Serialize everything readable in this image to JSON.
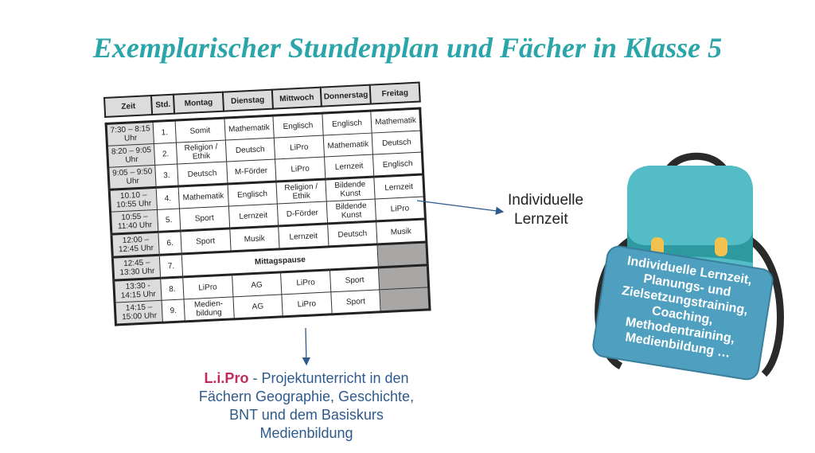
{
  "title": "Exemplarischer Stundenplan und Fächer in Klasse 5",
  "timetable": {
    "headers": [
      "Zeit",
      "Std.",
      "Montag",
      "Dienstag",
      "Mittwoch",
      "Donnerstag",
      "Freitag"
    ],
    "rows": [
      {
        "zeit": "7:30 – 8:15 Uhr",
        "std": "1.",
        "cells": [
          "Somit",
          "Mathematik",
          "Englisch",
          "Englisch",
          "Mathematik"
        ]
      },
      {
        "zeit": "8:20 – 9:05 Uhr",
        "std": "2.",
        "cells": [
          "Religion / Ethik",
          "Deutsch",
          "LiPro",
          "Mathematik",
          "Deutsch"
        ]
      },
      {
        "zeit": "9:05 – 9:50 Uhr",
        "std": "3.",
        "cells": [
          "Deutsch",
          "M-Förder",
          "LiPro",
          "Lernzeit",
          "Englisch"
        ]
      },
      {
        "zeit": "10.10 – 10:55 Uhr",
        "std": "4.",
        "cells": [
          "Mathematik",
          "Englisch",
          "Religion / Ethik",
          "Bildende Kunst",
          "Lernzeit"
        ]
      },
      {
        "zeit": "10:55 – 11:40 Uhr",
        "std": "5.",
        "cells": [
          "Sport",
          "Lernzeit",
          "D-Förder",
          "Bildende Kunst",
          "LiPro"
        ]
      },
      {
        "zeit": "12:00 – 12:45 Uhr",
        "std": "6.",
        "cells": [
          "Sport",
          "Musik",
          "Lernzeit",
          "Deutsch",
          "Musik"
        ]
      },
      {
        "zeit": "12:45 – 13:30 Uhr",
        "std": "7.",
        "cells": [
          "Mittagspause"
        ]
      },
      {
        "zeit": "13:30 - 14:15 Uhr",
        "std": "8.",
        "cells": [
          "LiPro",
          "AG",
          "LiPro",
          "Sport"
        ]
      },
      {
        "zeit": "14:15 – 15:00 Uhr",
        "std": "9.",
        "cells": [
          "Medien-bildung",
          "AG",
          "LiPro",
          "Sport"
        ]
      }
    ]
  },
  "callout_lernzeit": {
    "line1": "Individuelle",
    "line2": "Lernzeit"
  },
  "callout_lipro": {
    "name": "L.i.Pro",
    "text": " - Projektunterricht in den Fächern Geographie, Geschichte, BNT und dem Basiskurs Medienbildung"
  },
  "backpack_label": "Individuelle Lernzeit, Planungs- und Zielsetzungstraining, Coaching, Methodentraining, Medienbildung …",
  "colors": {
    "title": "#2aa5a9",
    "arrow": "#2e5a8c",
    "lipro": "#c22a5a",
    "backpack": "#53bcc6",
    "label": "#4f9fc0"
  }
}
